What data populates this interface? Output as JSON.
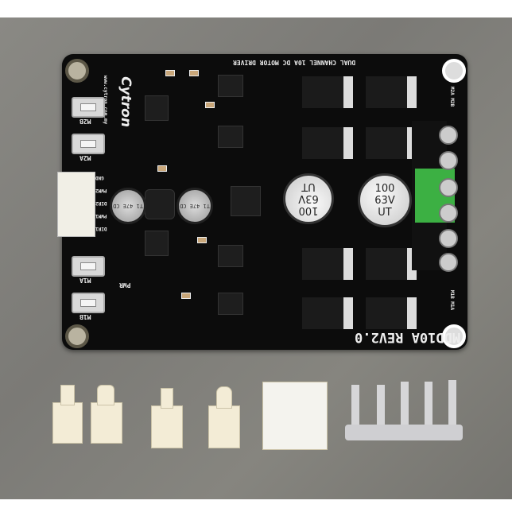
{
  "board": {
    "title": "DUAL CHANNEL 10A DC MOTOR DRIVER",
    "model": "MDD10A REV2.0",
    "brand": "Cytron",
    "website": "www.cytron.com.my",
    "buttons": [
      "M2B",
      "M2A",
      "M1A",
      "M1B"
    ],
    "pins": [
      "GND",
      "PWM2",
      "DIR2",
      "PWM1",
      "DIR1"
    ],
    "power_led": "PWR",
    "leds_top": "M2A M2B",
    "leds_bottom": "M1B M1A",
    "capacitor_left": [
      "100",
      "63V",
      "UT"
    ],
    "capacitor_right": [
      "100",
      "63V",
      "UT"
    ],
    "small_caps": [
      "T1 47E CD",
      "T1 47E CD"
    ]
  },
  "colors": {
    "pcb": "#0c0c0c",
    "terminal_green": "#3cb043",
    "background": "#807f7a"
  }
}
